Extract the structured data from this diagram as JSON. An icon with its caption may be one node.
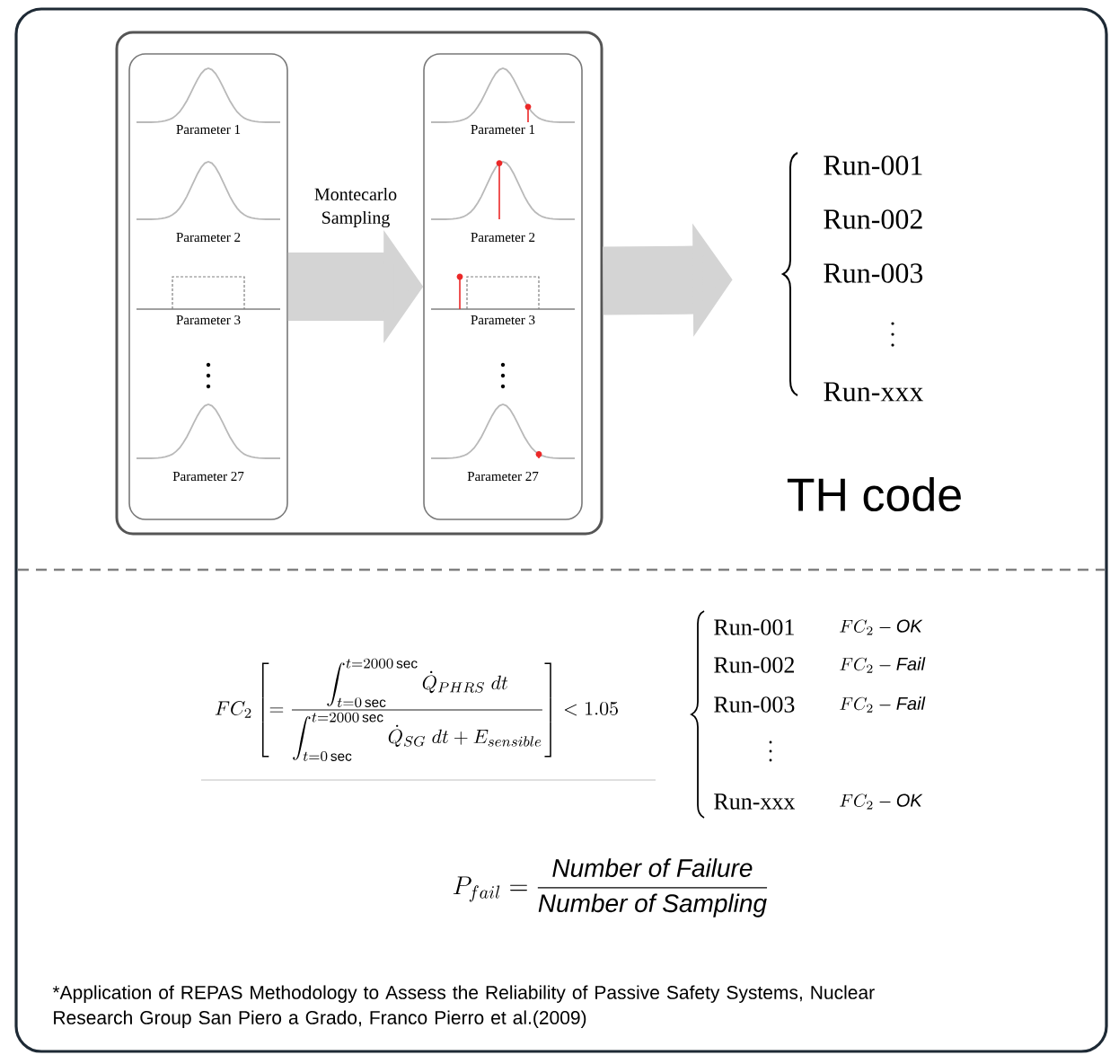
{
  "diagram": {
    "nodes": [
      {
        "text": [],
        "shape": "box"
      },
      {
        "text": [
          "Parameter 1",
          "Parameter 2",
          "Parameter 3",
          "Parameter 27"
        ],
        "in": 0
      },
      {
        "text": [
          "Parameter 1",
          "Parameter 2",
          "Parameter 3",
          "Parameter 27"
        ],
        "in": 0
      },
      {
        "text": [
          "Run-001",
          "Run-002",
          "Run-003",
          "Run-xxx"
        ],
        "beside": [
          "TH code"
        ]
      }
    ],
    "edges": [
      {
        "from": 1,
        "to": 2,
        "arrow": "to",
        "label": "Montecarlo Sampling"
      },
      {
        "from": 0,
        "to": 3,
        "arrow": "to"
      }
    ],
    "labels": [
      "FC_2\\left[=\\frac{\\displaystyle\\int_{t=0\\,\\mathrm{sec}}^{t=2000\\,\\mathrm{sec}}\\dot{Q}_{PHRS}\\;dt}{\\displaystyle\\int_{t=0\\,\\mathrm{sec}}^{t=2000\\,\\mathrm{sec}}\\dot{Q}_{SG}\\;dt+E_{sensible}}\\right]<1.05",
      "Run-001",
      "FC_2-\\mathit{OK}",
      "Run-002",
      "FC_2-\\mathit{Fail}",
      "Run-003",
      "FC_2-\\mathit{Fail}",
      "Run-xxx",
      "FC_2-\\mathit{OK}",
      "P_{fail}=\\frac{\\mathit{Number\\ of\\ Failure}}{\\mathit{Number\\ of\\ Sampling}}"
    ],
    "caption": "*Application of REPAS Methodology to Assess the Reliability of Passive Safety Systems, Nuclear Research Group San Piero a Grado, Franco Pierro et al.(2009)"
  }
}
